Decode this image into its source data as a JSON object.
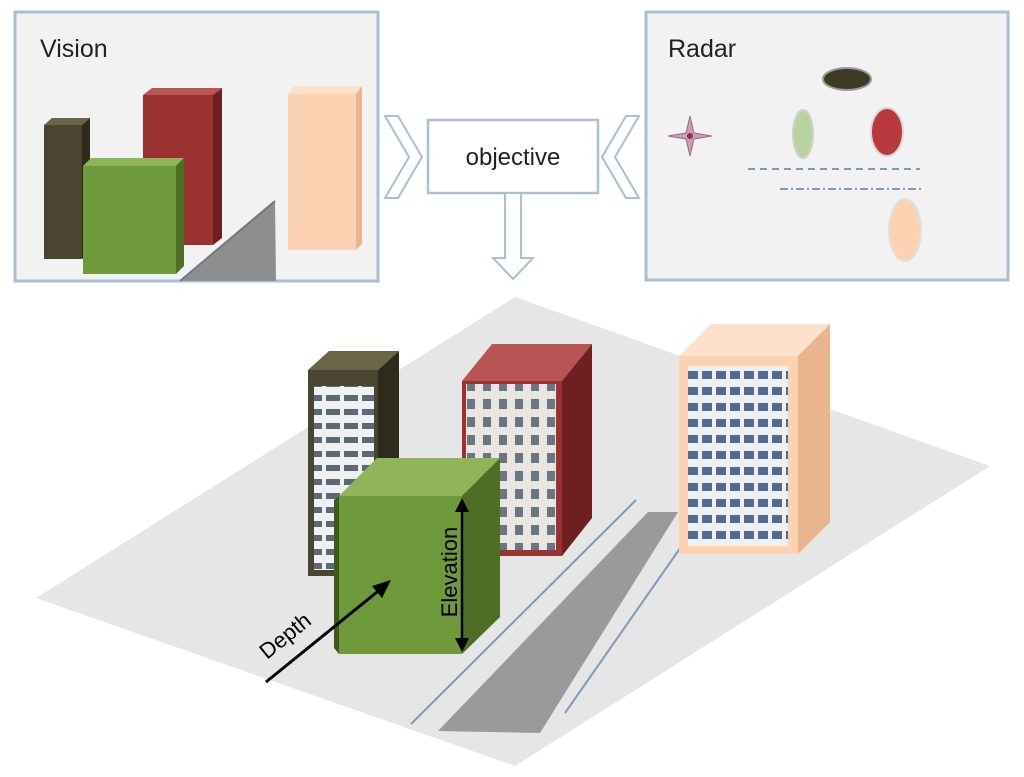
{
  "panels": {
    "vision_label": "Vision",
    "radar_label": "Radar"
  },
  "center": {
    "objective_label": "objective"
  },
  "scene": {
    "depth_label": "Depth",
    "elevation_label": "Elevation"
  },
  "colors": {
    "panel_border": "#a9bfd6",
    "panel_fill": "#f2f2f2",
    "ground": "#e6e6e6",
    "shadow": "#9a9a9a",
    "dark_olive": "#4a4530",
    "green": "#6f9a3c",
    "red": "#9b3232",
    "peach": "#fbd2b2",
    "radar_green": "#b9d3a0",
    "road_line": "#7f9ab8"
  }
}
